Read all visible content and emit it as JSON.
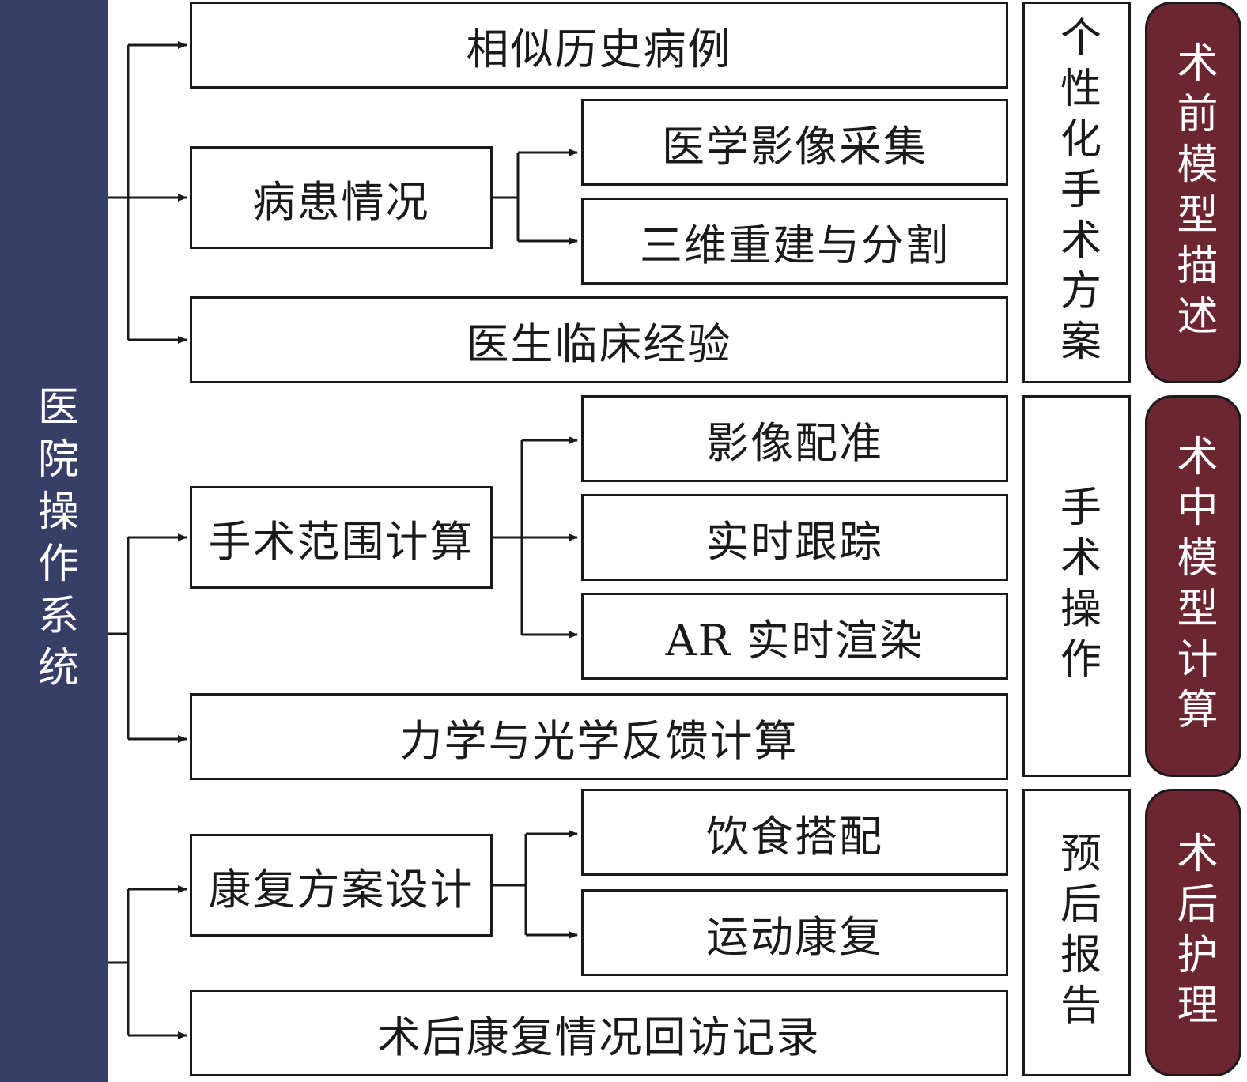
{
  "colors": {
    "root_bg": "#383f66",
    "phase_bg": "#6b2632",
    "line": "#1a1a1a"
  },
  "root": {
    "label": "医院操作系统"
  },
  "groups": [
    {
      "items": {
        "history": "相似历史病例",
        "patient": "病患情况",
        "imaging": "医学影像采集",
        "recon": "三维重建与分割",
        "experience": "医生临床经验"
      },
      "outcome": "个性化手术方案",
      "phase": "术前模型描述"
    },
    {
      "items": {
        "range": "手术范围计算",
        "registration": "影像配准",
        "tracking": "实时跟踪",
        "ar": "AR 实时渲染",
        "feedback": "力学与光学反馈计算"
      },
      "outcome": "手术操作",
      "phase": "术中模型计算"
    },
    {
      "items": {
        "rehab_plan": "康复方案设计",
        "diet": "饮食搭配",
        "exercise": "运动康复",
        "followup": "术后康复情况回访记录"
      },
      "outcome": "预后报告",
      "phase": "术后护理"
    }
  ]
}
